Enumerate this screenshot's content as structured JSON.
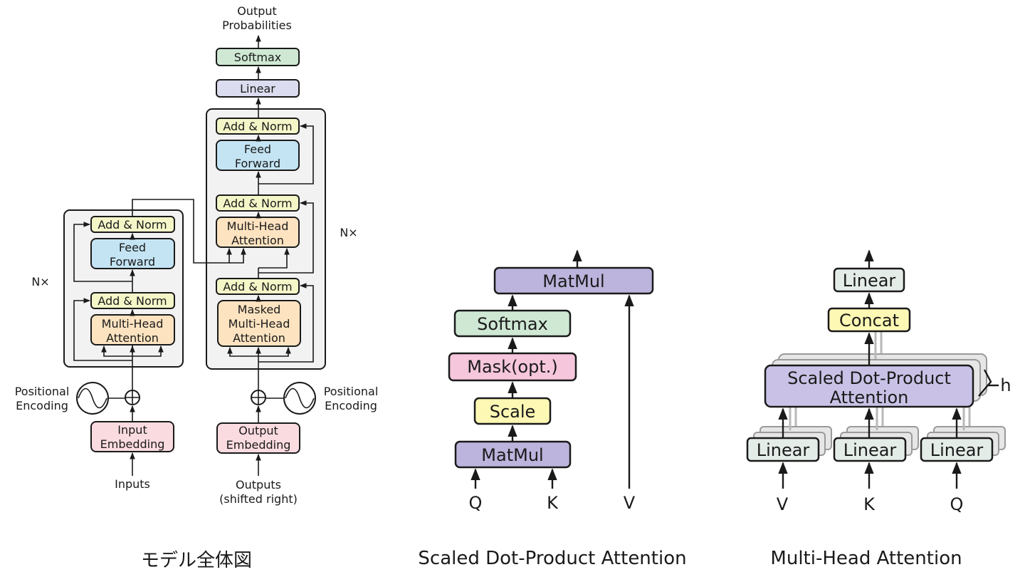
{
  "colors": {
    "softmax": "#cfe8d4",
    "linear": "#dcdcf0",
    "add_norm": "#f4f6c8",
    "feed_forward": "#c4e4f4",
    "attention": "#fde3c0",
    "embedding": "#fadbe0",
    "matmul": "#bcb4dc",
    "scale": "#fdf8b4",
    "mask": "#f6c6dc",
    "concat": "#fdf8b4",
    "sdpa": "#c9c2e6",
    "linear_grey": "#e4ece8",
    "panel": "#f2f2f2"
  },
  "model": {
    "caption": "モデル全体図",
    "output_label_line1": "Output",
    "output_label_line2": "Probabilities",
    "softmax": "Softmax",
    "linear": "Linear",
    "add_norm": "Add & Norm",
    "feed_forward_line1": "Feed",
    "feed_forward_line2": "Forward",
    "mha_line1": "Multi-Head",
    "mha_line2": "Attention",
    "masked_line1": "Masked",
    "masked_line2": "Multi-Head",
    "masked_line3": "Attention",
    "nx": "N×",
    "pos_enc_line1": "Positional",
    "pos_enc_line2": "Encoding",
    "input_emb_line1": "Input",
    "input_emb_line2": "Embedding",
    "output_emb_line1": "Output",
    "output_emb_line2": "Embedding",
    "inputs": "Inputs",
    "outputs_line1": "Outputs",
    "outputs_line2": "(shifted right)",
    "plus_icon": "circled-plus",
    "sine_icon": "sine-wave"
  },
  "sdpa": {
    "caption": "Scaled Dot-Product Attention",
    "matmul_top": "MatMul",
    "softmax": "Softmax",
    "mask": "Mask(opt.)",
    "scale": "Scale",
    "matmul_bottom": "MatMul",
    "q": "Q",
    "k": "K",
    "v": "V"
  },
  "mha": {
    "caption": "Multi-Head Attention",
    "linear_top": "Linear",
    "concat": "Concat",
    "sdpa_line1": "Scaled Dot-Product",
    "sdpa_line2": "Attention",
    "h": "h",
    "linear_v": "Linear",
    "linear_k": "Linear",
    "linear_q": "Linear",
    "v": "V",
    "k": "K",
    "q": "Q"
  }
}
